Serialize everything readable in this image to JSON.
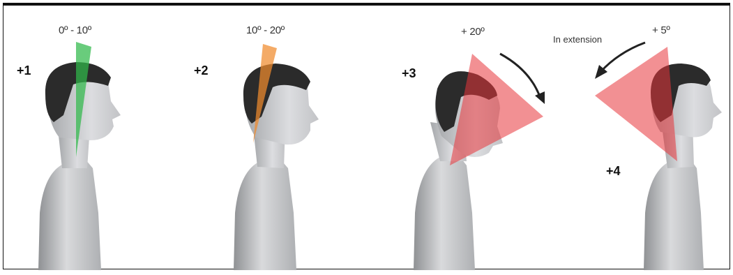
{
  "panels": [
    {
      "score": "+1",
      "angle": "0º - 10º",
      "wedge_color": "#2fb84a"
    },
    {
      "score": "+2",
      "angle": "10º - 20º",
      "wedge_color": "#f08a2c"
    },
    {
      "score": "+3",
      "angle": "+ 20º",
      "wedge_color": "#e8353a"
    },
    {
      "score": "+4",
      "angle": "+ 5º",
      "wedge_color": "#e8353a",
      "note": "In extension"
    }
  ],
  "colors": {
    "skin": "#c9cacc",
    "skin_shadow": "#9ea0a3",
    "hair": "#2b2b2b",
    "border": "#111111"
  }
}
